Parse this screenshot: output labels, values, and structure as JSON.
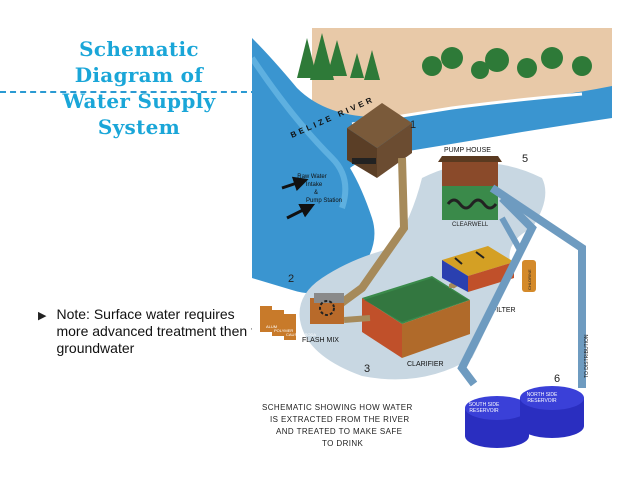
{
  "slide": {
    "title_lines": [
      "Schematic",
      "Diagram of",
      "Water Supply",
      "System"
    ],
    "note": "Note: Surface water requires more advanced treatment then for groundwater"
  },
  "diagram": {
    "river_label": "BELIZE RIVER",
    "intake_label_lines": [
      "Raw Water",
      "Intake",
      "&",
      "Pump Station"
    ],
    "stage_numbers": [
      "1",
      "2",
      "3",
      "5",
      "6"
    ],
    "pump_house_label": "PUMP HOUSE",
    "clearwell_label": "CLEARWELL",
    "filter_label": "FILTER",
    "flash_mix_label": "FLASH MIX",
    "clarifier_label": "CLARIFIER",
    "chlorine_label": "CHLORINE",
    "chemical_labels": [
      "ALUM",
      "POLYMER",
      "CAUSTIC SODA"
    ],
    "south_reservoir_lines": [
      "SOUTH SIDE",
      "RESERVOIR"
    ],
    "north_reservoir_lines": [
      "NORTH SIDE",
      "RESERVOIR"
    ],
    "distribution_label": "TO DISTRIBUTION",
    "caption_lines": [
      "SCHEMATIC SHOWING HOW WATER",
      "IS EXTRACTED FROM THE RIVER",
      "AND TREATED TO MAKE SAFE",
      "TO DRINK"
    ]
  },
  "colors": {
    "title": "#1aa6d8",
    "river": "#3a95d0",
    "pipe": "#6e9bc0",
    "reservoir": "#2a2ec0"
  }
}
